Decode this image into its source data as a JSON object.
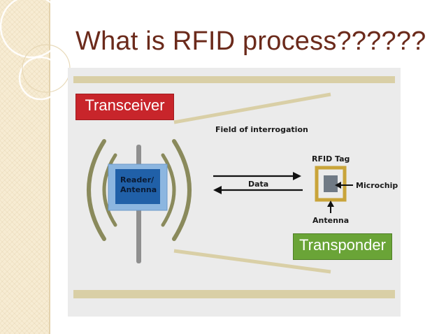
{
  "slide": {
    "title": "What is RFID process??????"
  },
  "diagram": {
    "reader_label_line1": "Reader/",
    "reader_label_line2": "Antenna",
    "field_label": "Field of interrogation",
    "data_label": "Data",
    "tag_label": "RFID Tag",
    "microchip_label": "Microchip",
    "antenna_label": "Antenna",
    "colors": {
      "band": "#d9cfa6",
      "wave": "#8a8a5c",
      "reader_outer": "#8cb6e0",
      "reader_inner": "#2060a8",
      "tag_frame": "#c9a43a",
      "chip": "#707a85"
    }
  },
  "callouts": {
    "transceiver": "Transceiver",
    "transponder": "Transponder"
  }
}
